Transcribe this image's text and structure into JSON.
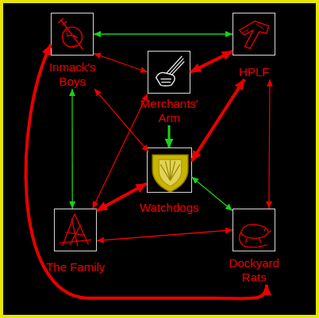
{
  "diagram": {
    "nodes": [
      {
        "text": [
          "Inmack's Boys"
        ]
      },
      {
        "text": [
          "HPLF"
        ]
      },
      {
        "text": [
          "Merchants' Arm"
        ]
      },
      {
        "text": [
          "Watchdogs"
        ]
      },
      {
        "text": [
          "The Family"
        ]
      },
      {
        "text": [
          "Dockyard Rats"
        ]
      }
    ],
    "edges": [
      {
        "from": 0,
        "to": 1,
        "arrow": "both"
      },
      {
        "from": 0,
        "to": 2,
        "arrow": "both"
      },
      {
        "from": 0,
        "to": 4,
        "arrow": "both"
      },
      {
        "from": 0,
        "to": 3,
        "arrow": "both"
      },
      {
        "from": 0,
        "to": 5,
        "arrow": "both"
      },
      {
        "from": 2,
        "to": 1,
        "arrow": "both"
      },
      {
        "from": 1,
        "to": 3,
        "arrow": "both"
      },
      {
        "from": 1,
        "to": 5,
        "arrow": "both"
      },
      {
        "from": 2,
        "to": 3,
        "arrow": "to"
      },
      {
        "from": 2,
        "to": 4,
        "arrow": "both"
      },
      {
        "from": 3,
        "to": 4,
        "arrow": "both"
      },
      {
        "from": 3,
        "to": 5,
        "arrow": "both"
      },
      {
        "from": 4,
        "to": 5,
        "arrow": "both"
      }
    ]
  }
}
